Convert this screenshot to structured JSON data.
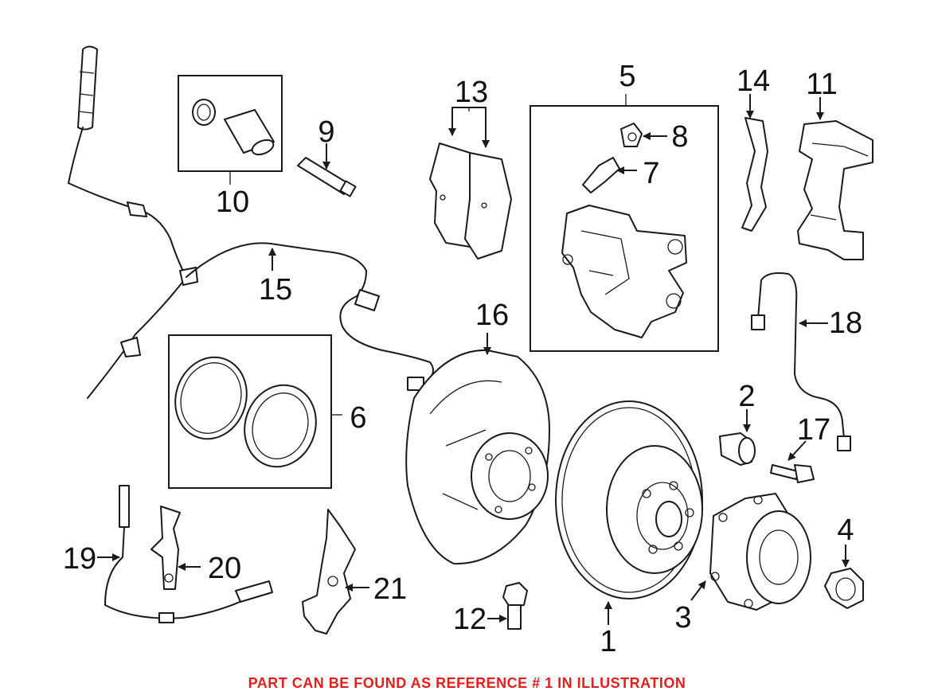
{
  "diagram": {
    "callouts": {
      "r1": "1",
      "r2": "2",
      "r3": "3",
      "r4": "4",
      "r5": "5",
      "r6": "6",
      "r7": "7",
      "r8": "8",
      "r9": "9",
      "r10": "10",
      "r11": "11",
      "r12": "12",
      "r13": "13",
      "r14": "14",
      "r15": "15",
      "r16": "16",
      "r17": "17",
      "r18": "18",
      "r19": "19",
      "r20": "20",
      "r21": "21"
    },
    "caption": "PART CAN BE FOUND AS REFERENCE # 1 IN ILLUSTRATION",
    "caption_color": "#e0201e"
  }
}
